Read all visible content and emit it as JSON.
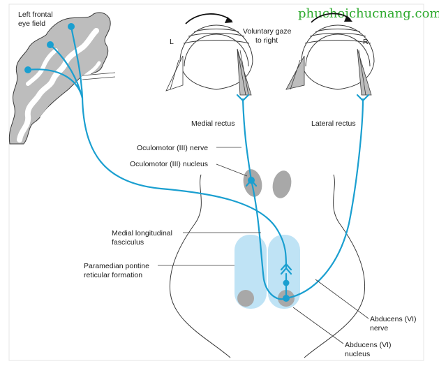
{
  "watermark": {
    "text": "phuchoichucnang.com",
    "color": "#2eaa2e"
  },
  "colors": {
    "nerve": "#1a9fd0",
    "pprf": "#bfe3f5",
    "nucleus": "#a8a8a8",
    "cortex": "#bdbdbd",
    "outline": "#3a3a3a"
  },
  "labels": {
    "left_frontal": [
      "Left frontal",
      "eye field"
    ],
    "L": "L",
    "R": "R",
    "voluntary_gaze": [
      "Voluntary gaze",
      "to right"
    ],
    "medial_rectus": "Medial rectus",
    "lateral_rectus": "Lateral rectus",
    "oculomotor_nerve": "Oculomotor (III) nerve",
    "oculomotor_nucleus": "Oculomotor (III) nucleus",
    "mlf": [
      "Medial longitudinal",
      "fasciculus"
    ],
    "pprf": [
      "Paramedian pontine",
      "reticular formation"
    ],
    "abducens_nerve": [
      "Abducens (VI)",
      "nerve"
    ],
    "abducens_nucleus": [
      "Abducens (VI)",
      "nucleus"
    ]
  }
}
